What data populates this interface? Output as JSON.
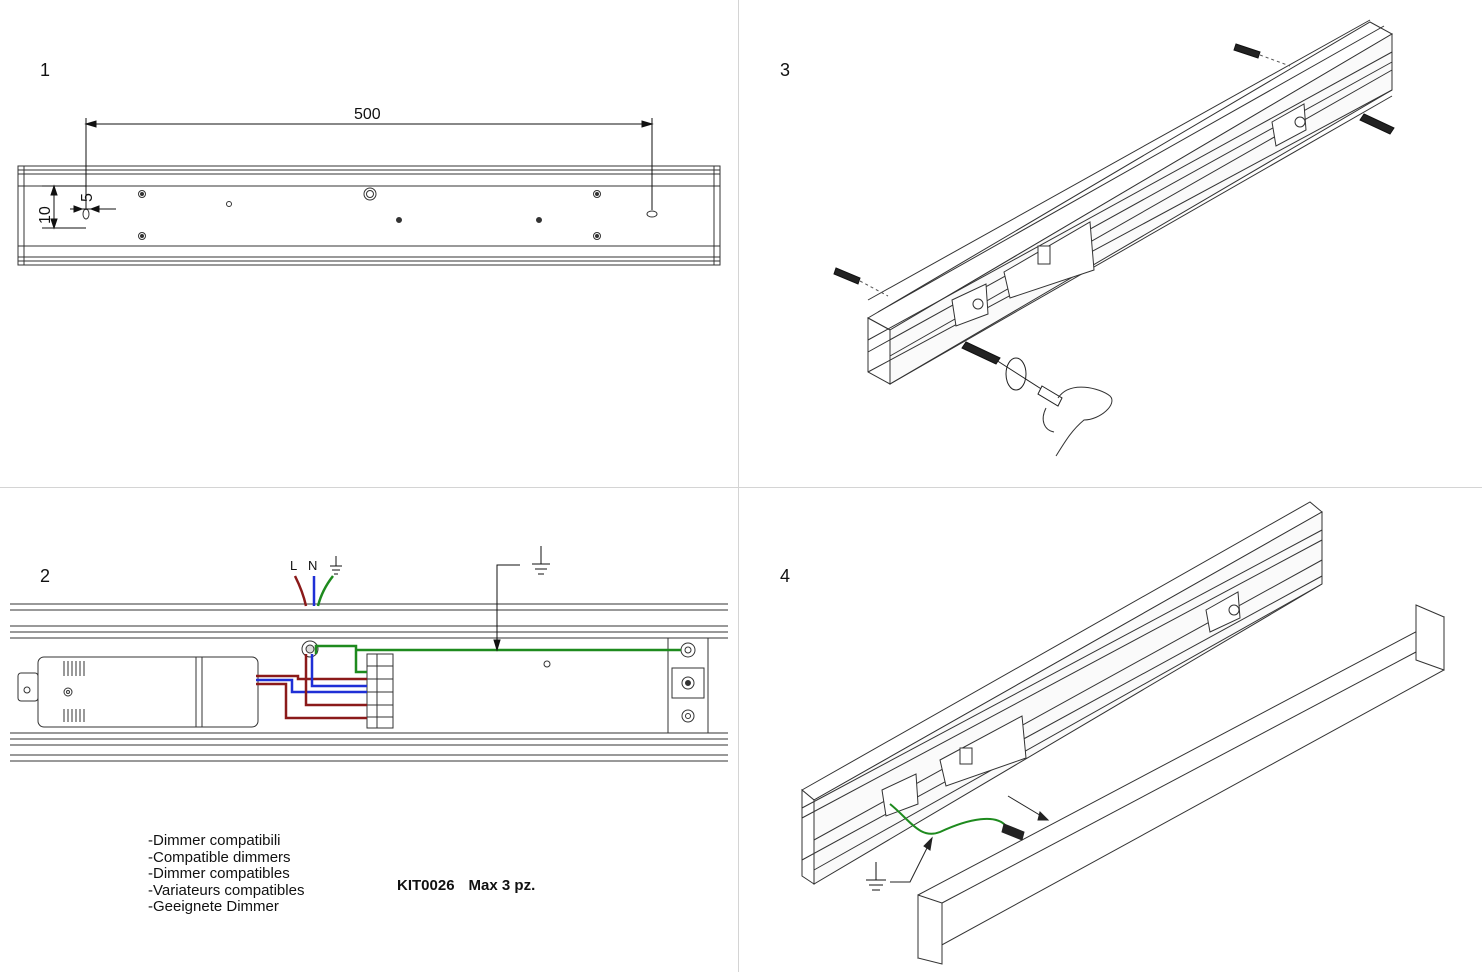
{
  "panels": {
    "step1": {
      "number": "1",
      "dim_length": "500",
      "dim_hole": "5",
      "dim_edge": "10"
    },
    "step2": {
      "number": "2",
      "wire_labels": {
        "line": "L",
        "neutral": "N"
      },
      "compatible_dimmers": [
        "-Dimmer compatibili",
        "-Compatible dimmers",
        "-Dimmer compatibles",
        "-Variateurs compatibles",
        "-Geeignete Dimmer"
      ],
      "kit_code": "KIT0026",
      "kit_max": "Max 3 pz."
    },
    "step3": {
      "number": "3"
    },
    "step4": {
      "number": "4"
    }
  },
  "colors": {
    "line_wire": "#8b1a1a",
    "neutral_wire": "#1f2fd6",
    "earth_wire": "#1e8a1e",
    "drawing": "#333333",
    "divider": "#d4d4d4"
  },
  "icons": [
    "ground-symbol-icon",
    "screw-icon",
    "screwdriver-icon",
    "hand-icon",
    "rotation-arrow-icon"
  ]
}
